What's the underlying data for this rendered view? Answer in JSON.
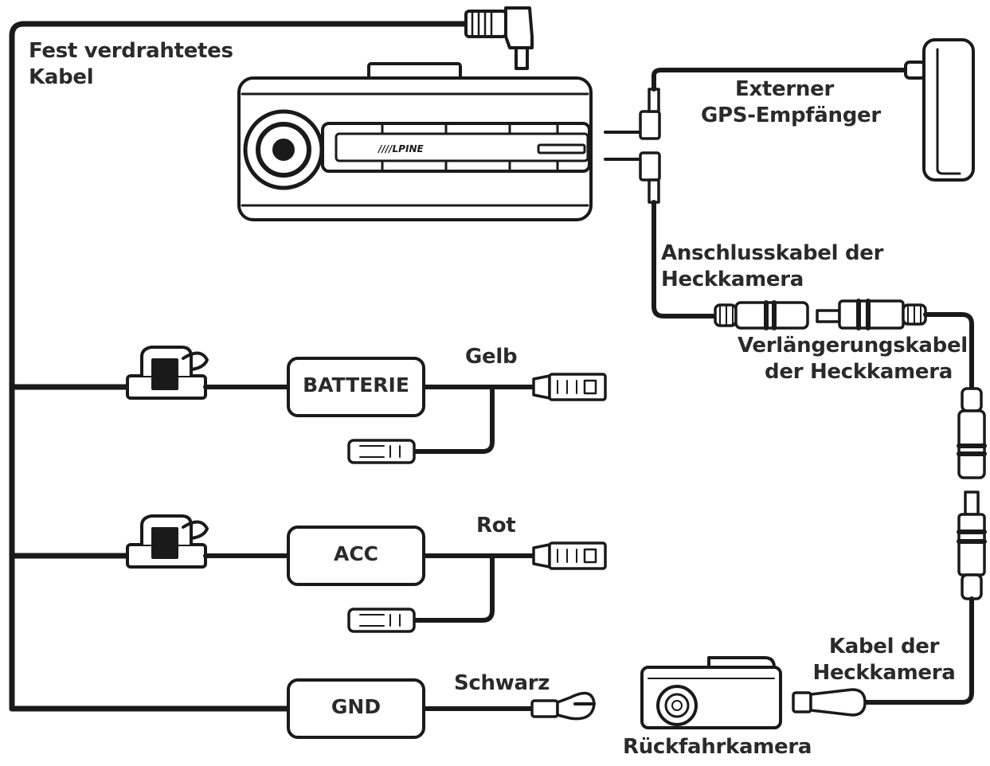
{
  "labels": {
    "hardwired_cable_line1": "Fest verdrahtetes",
    "hardwired_cable_line2": "Kabel",
    "gps_line1": "Externer",
    "gps_line2": "GPS-Empfänger",
    "rear_cam_conn_line1": "Anschlusskabel der",
    "rear_cam_conn_line2": "Heckkamera",
    "extension_line1": "Verlängerungskabel",
    "extension_line2": "der Heckkamera",
    "rear_cam_cable_line1": "Kabel der",
    "rear_cam_cable_line2": "Heckkamera",
    "rear_camera": "Rückfahrkamera"
  },
  "boxes": {
    "battery": "BATTERIE",
    "acc": "ACC",
    "gnd": "GND"
  },
  "wire_colors": {
    "yellow": "Gelb",
    "red": "Rot",
    "black": "Schwarz"
  },
  "icons": [
    "dashcam",
    "gps-receiver",
    "rear-camera",
    "fuse-tap",
    "spade-connector",
    "ring-terminal",
    "rca-connector"
  ],
  "colors": {
    "line": "#1a1a1a",
    "fill": "#ffffff"
  }
}
